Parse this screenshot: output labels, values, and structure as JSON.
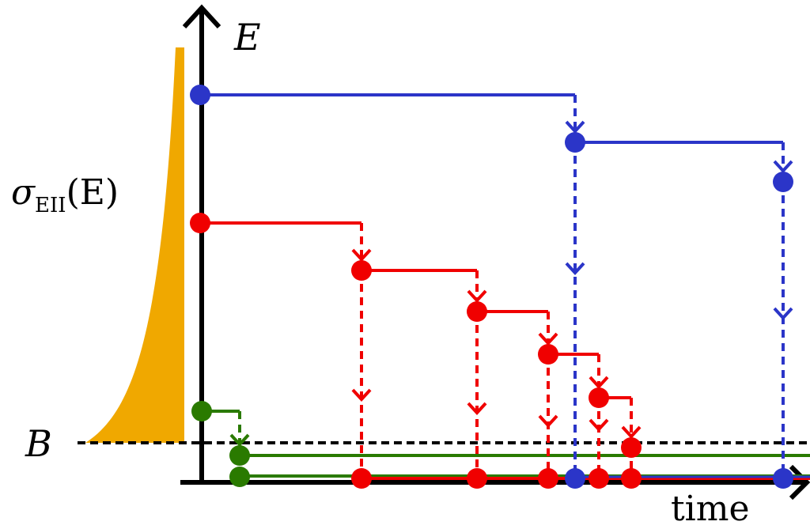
{
  "labels": {
    "y_axis": "E",
    "x_axis": "time",
    "threshold": "B",
    "cross_section_symbol": "σ",
    "cross_section_subscript": "EII",
    "cross_section_arg": "(E)"
  },
  "colors": {
    "axis": "#000000",
    "threshold_line": "#000000",
    "cross_section_fill": "#f0a800",
    "blue": "#2b35c8",
    "red": "#f00000",
    "green": "#2a7a00"
  }
}
